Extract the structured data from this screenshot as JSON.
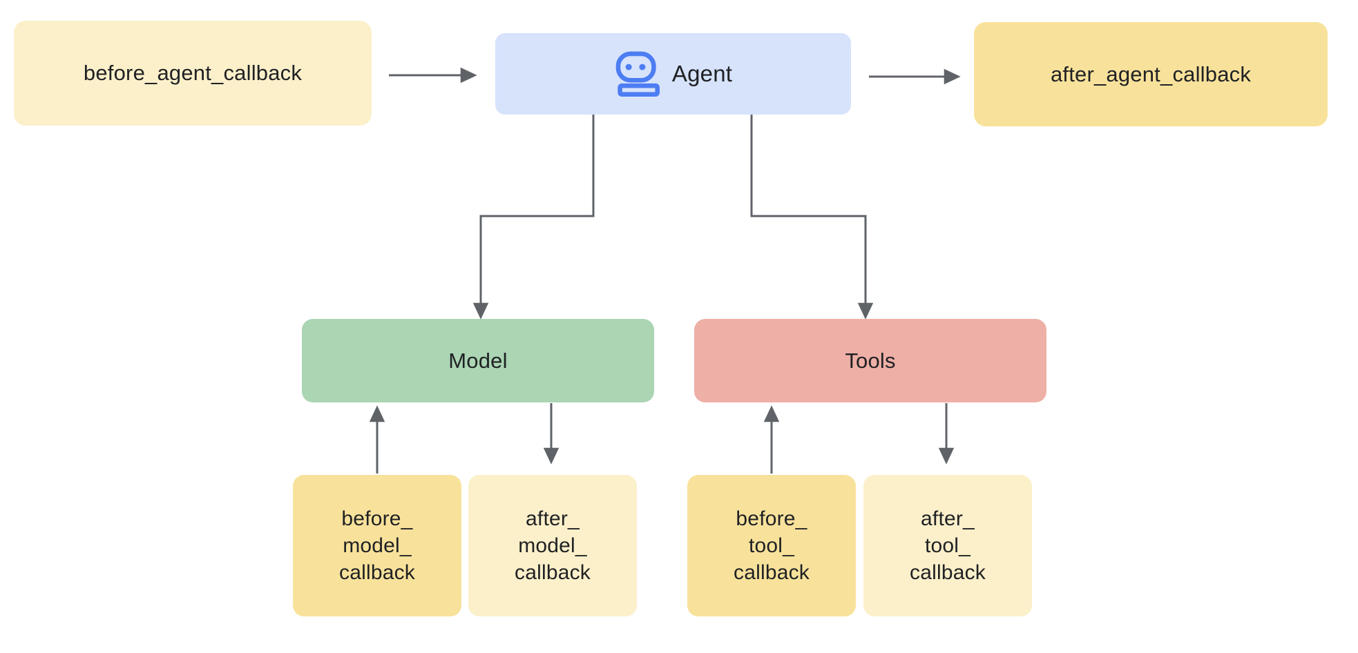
{
  "colors": {
    "background": "#ffffff",
    "agent_fill": "#d7e3fb",
    "agent_icon_blue": "#4d7df2",
    "cream_fill": "#fbf0ca",
    "yellow_fill": "#f8e29b",
    "model_fill": "#abd5b3",
    "tools_fill": "#eeafa6",
    "arrow": "#5f6368",
    "text": "#202124"
  },
  "nodes": {
    "before_agent": {
      "label": "before_agent_callback",
      "fill": "#fbf0ca"
    },
    "agent": {
      "label": "Agent",
      "icon": "robot-icon",
      "fill": "#d7e3fb"
    },
    "after_agent": {
      "label": "after_agent_callback",
      "fill": "#f8e29b"
    },
    "model": {
      "label": "Model",
      "fill": "#abd5b3"
    },
    "tools": {
      "label": "Tools",
      "fill": "#eeafa6"
    },
    "before_model": {
      "lines": [
        "before_",
        "model_",
        "callback"
      ],
      "fill": "#f8e29b"
    },
    "after_model": {
      "lines": [
        "after_",
        "model_",
        "callback"
      ],
      "fill": "#fbf0ca"
    },
    "before_tool": {
      "lines": [
        "before_",
        "tool_",
        "callback"
      ],
      "fill": "#f8e29b"
    },
    "after_tool": {
      "lines": [
        "after_",
        "tool_",
        "callback"
      ],
      "fill": "#fbf0ca"
    }
  },
  "edges": [
    {
      "from": "before_agent_callback",
      "to": "Agent",
      "style": "straight-right"
    },
    {
      "from": "Agent",
      "to": "after_agent_callback",
      "style": "straight-right"
    },
    {
      "from": "Agent",
      "to": "Model",
      "style": "elbow-down"
    },
    {
      "from": "Agent",
      "to": "Tools",
      "style": "elbow-down"
    },
    {
      "from": "before_model_callback",
      "to": "Model",
      "style": "straight-up"
    },
    {
      "from": "Model",
      "to": "after_model_callback",
      "style": "straight-down"
    },
    {
      "from": "before_tool_callback",
      "to": "Tools",
      "style": "straight-up"
    },
    {
      "from": "Tools",
      "to": "after_tool_callback",
      "style": "straight-down"
    }
  ]
}
